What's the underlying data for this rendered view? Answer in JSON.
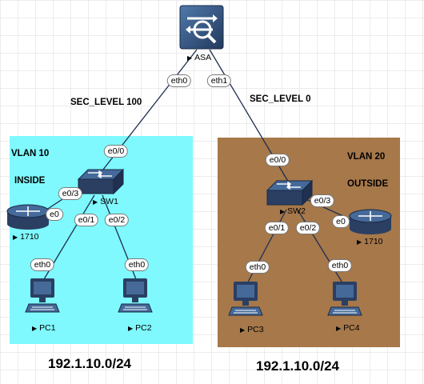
{
  "colors": {
    "inside_zone": "#7ff9fd",
    "outside_zone": "#a6784a",
    "link": "#1f2f4f",
    "device_dark": "#2b3f63",
    "device_mid": "#456a9a"
  },
  "firewall": {
    "name": "ASA",
    "icon": "asa-firewall-icon"
  },
  "security_levels": {
    "inside": "SEC_LEVEL 100",
    "outside": "SEC_LEVEL 0"
  },
  "zones": {
    "inside": {
      "vlan": "VLAN 10",
      "name": "INSIDE",
      "subnet": "192.1.10.0/24"
    },
    "outside": {
      "vlan": "VLAN 20",
      "name": "OUTSIDE",
      "subnet": "192.1.10.0/24"
    }
  },
  "devices": {
    "sw1": "SW1",
    "sw2": "SW2",
    "router_inside": "1710",
    "router_outside": "1710",
    "pc1": "PC1",
    "pc2": "PC2",
    "pc3": "PC3",
    "pc4": "PC4"
  },
  "ports": {
    "asa_inside": "eth0",
    "asa_outside": "eth1",
    "sw1_up": "e0/0",
    "sw1_router": "e0/3",
    "router1": "e0",
    "sw1_pc1": "e0/1",
    "sw1_pc2": "e0/2",
    "pc1": "eth0",
    "pc2": "eth0",
    "sw2_up": "e0/0",
    "sw2_router": "e0/3",
    "router2": "e0",
    "sw2_pc3": "e0/1",
    "sw2_pc4": "e0/2",
    "pc3": "eth0",
    "pc4": "eth0"
  }
}
